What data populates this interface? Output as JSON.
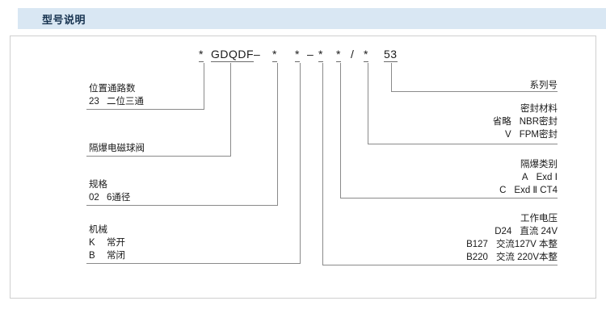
{
  "header": {
    "title": "型号说明"
  },
  "model_code": {
    "segments": [
      {
        "text": "*",
        "underlined": true
      },
      {
        "text": "GDQDF",
        "underlined": true
      },
      {
        "text": "–",
        "underlined": false
      },
      {
        "text": "*",
        "underlined": true
      },
      {
        "text": "*",
        "underlined": true
      },
      {
        "text": "–",
        "underlined": false
      },
      {
        "text": "*",
        "underlined": true
      },
      {
        "text": "*",
        "underlined": true
      },
      {
        "text": "/",
        "underlined": false
      },
      {
        "text": "*",
        "underlined": true
      },
      {
        "text": "53",
        "underlined": true
      }
    ],
    "full": "* GDQDF – * * – * * / * 53"
  },
  "left_labels": [
    {
      "name": "position-channel-count",
      "heading": "位置通路数",
      "rows": [
        {
          "code": "23",
          "desc": "二位三通"
        }
      ]
    },
    {
      "name": "valve-type",
      "heading": "隔爆电磁球阀",
      "rows": []
    },
    {
      "name": "specification",
      "heading": "规格",
      "rows": [
        {
          "code": "02",
          "desc": "6通径"
        }
      ]
    },
    {
      "name": "mechanical",
      "heading": "机械",
      "rows": [
        {
          "code": "K",
          "desc": "常开"
        },
        {
          "code": "B",
          "desc": "常闭"
        }
      ]
    }
  ],
  "right_labels": [
    {
      "name": "series-number",
      "heading": "系列号",
      "rows": []
    },
    {
      "name": "seal-material",
      "heading": "密封材料",
      "rows": [
        {
          "code": "省略",
          "desc": "NBR密封"
        },
        {
          "code": "V",
          "desc": "FPM密封"
        }
      ]
    },
    {
      "name": "explosion-proof-class",
      "heading": "隔爆类别",
      "rows": [
        {
          "code": "A",
          "desc": "Exd Ⅰ"
        },
        {
          "code": "C",
          "desc": "Exd Ⅱ CT4"
        }
      ]
    },
    {
      "name": "working-voltage",
      "heading": "工作电压",
      "rows": [
        {
          "code": "D24",
          "desc": "直流 24V"
        },
        {
          "code": "B127",
          "desc": "交流127V 本整"
        },
        {
          "code": "B220",
          "desc": "交流 220V本整"
        }
      ]
    }
  ],
  "colors": {
    "header_band": "#d9e7f3",
    "header_text": "#16324f",
    "panel_border": "#cfcfcf",
    "leader_line": "#8a8a8a",
    "text": "#1a1a1a"
  }
}
